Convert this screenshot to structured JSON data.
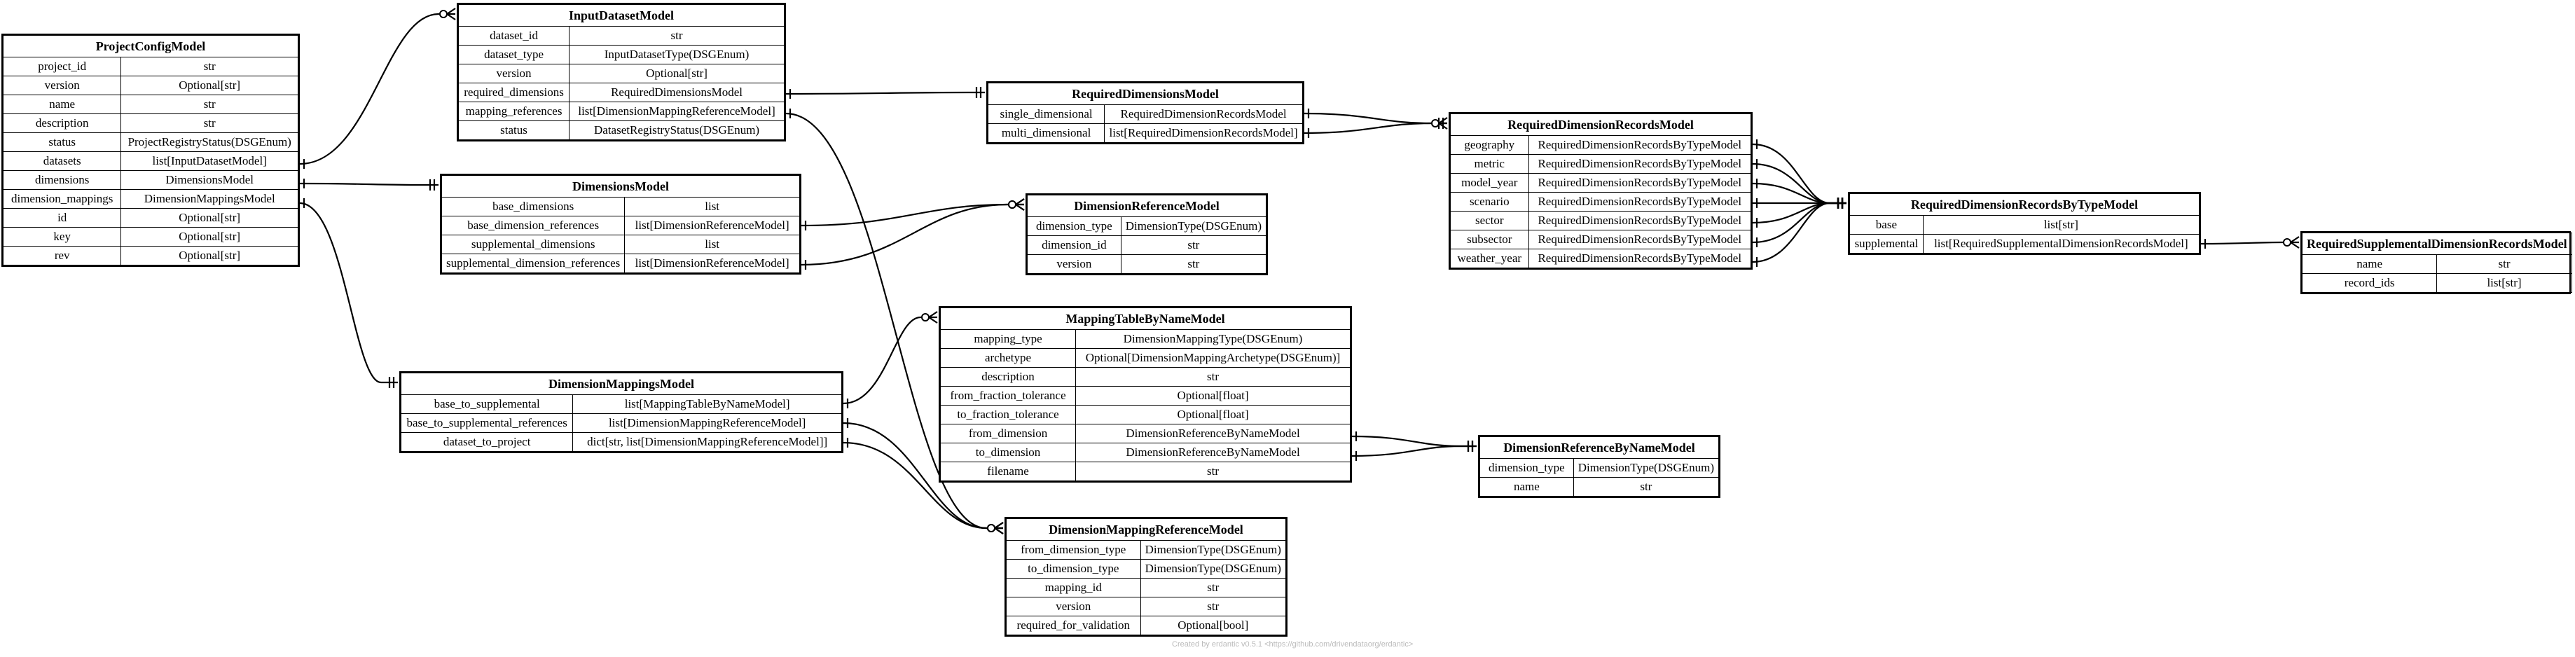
{
  "entities": [
    {
      "id": "ProjectConfigModel",
      "title": "ProjectConfigModel",
      "rows": [
        [
          "project_id",
          "str"
        ],
        [
          "version",
          "Optional[str]"
        ],
        [
          "name",
          "str"
        ],
        [
          "description",
          "str"
        ],
        [
          "status",
          "ProjectRegistryStatus(DSGEnum)"
        ],
        [
          "datasets",
          "list[InputDatasetModel]"
        ],
        [
          "dimensions",
          "DimensionsModel"
        ],
        [
          "dimension_mappings",
          "DimensionMappingsModel"
        ],
        [
          "id",
          "Optional[str]"
        ],
        [
          "key",
          "Optional[str]"
        ],
        [
          "rev",
          "Optional[str]"
        ]
      ]
    },
    {
      "id": "InputDatasetModel",
      "title": "InputDatasetModel",
      "rows": [
        [
          "dataset_id",
          "str"
        ],
        [
          "dataset_type",
          "InputDatasetType(DSGEnum)"
        ],
        [
          "version",
          "Optional[str]"
        ],
        [
          "required_dimensions",
          "RequiredDimensionsModel"
        ],
        [
          "mapping_references",
          "list[DimensionMappingReferenceModel]"
        ],
        [
          "status",
          "DatasetRegistryStatus(DSGEnum)"
        ]
      ]
    },
    {
      "id": "DimensionsModel",
      "title": "DimensionsModel",
      "rows": [
        [
          "base_dimensions",
          "list"
        ],
        [
          "base_dimension_references",
          "list[DimensionReferenceModel]"
        ],
        [
          "supplemental_dimensions",
          "list"
        ],
        [
          "supplemental_dimension_references",
          "list[DimensionReferenceModel]"
        ]
      ]
    },
    {
      "id": "DimensionMappingsModel",
      "title": "DimensionMappingsModel",
      "rows": [
        [
          "base_to_supplemental",
          "list[MappingTableByNameModel]"
        ],
        [
          "base_to_supplemental_references",
          "list[DimensionMappingReferenceModel]"
        ],
        [
          "dataset_to_project",
          "dict[str, list[DimensionMappingReferenceModel]]"
        ]
      ]
    },
    {
      "id": "RequiredDimensionsModel",
      "title": "RequiredDimensionsModel",
      "rows": [
        [
          "single_dimensional",
          "RequiredDimensionRecordsModel"
        ],
        [
          "multi_dimensional",
          "list[RequiredDimensionRecordsModel]"
        ]
      ]
    },
    {
      "id": "DimensionReferenceModel",
      "title": "DimensionReferenceModel",
      "rows": [
        [
          "dimension_type",
          "DimensionType(DSGEnum)"
        ],
        [
          "dimension_id",
          "str"
        ],
        [
          "version",
          "str"
        ]
      ]
    },
    {
      "id": "MappingTableByNameModel",
      "title": "MappingTableByNameModel",
      "rows": [
        [
          "mapping_type",
          "DimensionMappingType(DSGEnum)"
        ],
        [
          "archetype",
          "Optional[DimensionMappingArchetype(DSGEnum)]"
        ],
        [
          "description",
          "str"
        ],
        [
          "from_fraction_tolerance",
          "Optional[float]"
        ],
        [
          "to_fraction_tolerance",
          "Optional[float]"
        ],
        [
          "from_dimension",
          "DimensionReferenceByNameModel"
        ],
        [
          "to_dimension",
          "DimensionReferenceByNameModel"
        ],
        [
          "filename",
          "str"
        ]
      ]
    },
    {
      "id": "DimensionMappingReferenceModel",
      "title": "DimensionMappingReferenceModel",
      "rows": [
        [
          "from_dimension_type",
          "DimensionType(DSGEnum)"
        ],
        [
          "to_dimension_type",
          "DimensionType(DSGEnum)"
        ],
        [
          "mapping_id",
          "str"
        ],
        [
          "version",
          "str"
        ],
        [
          "required_for_validation",
          "Optional[bool]"
        ]
      ]
    },
    {
      "id": "RequiredDimensionRecordsModel",
      "title": "RequiredDimensionRecordsModel",
      "rows": [
        [
          "geography",
          "RequiredDimensionRecordsByTypeModel"
        ],
        [
          "metric",
          "RequiredDimensionRecordsByTypeModel"
        ],
        [
          "model_year",
          "RequiredDimensionRecordsByTypeModel"
        ],
        [
          "scenario",
          "RequiredDimensionRecordsByTypeModel"
        ],
        [
          "sector",
          "RequiredDimensionRecordsByTypeModel"
        ],
        [
          "subsector",
          "RequiredDimensionRecordsByTypeModel"
        ],
        [
          "weather_year",
          "RequiredDimensionRecordsByTypeModel"
        ]
      ]
    },
    {
      "id": "DimensionReferenceByNameModel",
      "title": "DimensionReferenceByNameModel",
      "rows": [
        [
          "dimension_type",
          "DimensionType(DSGEnum)"
        ],
        [
          "name",
          "str"
        ]
      ]
    },
    {
      "id": "RequiredDimensionRecordsByTypeModel",
      "title": "RequiredDimensionRecordsByTypeModel",
      "rows": [
        [
          "base",
          "list[str]"
        ],
        [
          "supplemental",
          "list[RequiredSupplementalDimensionRecordsModel]"
        ]
      ]
    },
    {
      "id": "RequiredSupplementalDimensionRecordsModel",
      "title": "RequiredSupplementalDimensionRecordsModel",
      "rows": [
        [
          "name",
          "str"
        ],
        [
          "record_ids",
          "list[str]"
        ]
      ]
    }
  ],
  "credit": "Created by erdantic v0.5.1 <https://github.com/drivendataorg/erdantic>"
}
